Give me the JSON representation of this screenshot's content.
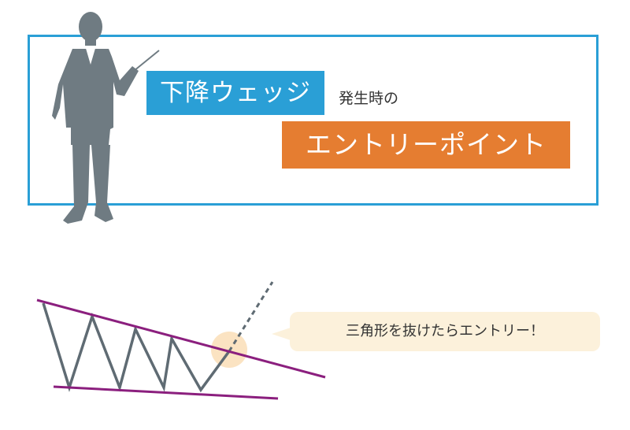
{
  "header": {
    "title_highlight": "下降ウェッジ",
    "title_suffix": "発生時の",
    "subtitle": "エントリーポイント"
  },
  "diagram": {
    "callout": "三角形を抜けたらエントリー！"
  },
  "colors": {
    "frame": "#2a9fd6",
    "title_bg": "#2a9fd6",
    "subtitle_bg": "#e57d31",
    "trendline": "#8b1f7e",
    "price_line": "#5f6b73",
    "silhouette": "#6f7b82",
    "callout_bg": "#fcf1db",
    "breakout_marker": "#fbe3c2"
  },
  "icons": {
    "presenter": "presenter-silhouette-icon"
  }
}
